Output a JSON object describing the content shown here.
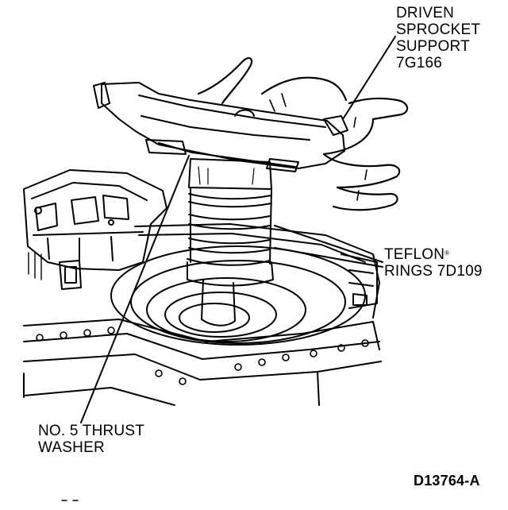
{
  "diagram": {
    "labels": {
      "driven_line1": "DRIVEN",
      "driven_line2": "SPROCKET",
      "driven_line3": "SUPPORT",
      "driven_line4": "7G166",
      "teflon_line1": "TEFLON",
      "teflon_mark": "®",
      "teflon_line2": "RINGS 7D109",
      "thrust_line1": "NO. 5 THRUST",
      "thrust_line2": "WASHER",
      "figure_id": "D13764-A"
    },
    "colors": {
      "ink": "#000000",
      "paper": "#ffffff"
    }
  }
}
